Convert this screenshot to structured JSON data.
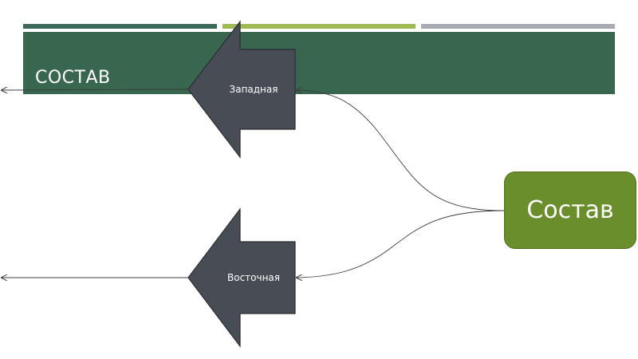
{
  "title": "СОСТАВ",
  "center_node": {
    "label": "Состав"
  },
  "arrows": [
    {
      "label": "Западная"
    },
    {
      "label": "Восточная"
    }
  ],
  "colors": {
    "bar_1": "#3a6957",
    "bar_2": "#9dbb52",
    "bar_3": "#a7abb2",
    "title_band": "#39664f",
    "arrow_fill": "#474c55",
    "arrow_stroke": "#2a2d33",
    "center_fill": "#6a8e2c",
    "center_stroke": "#4e6e1c",
    "connector": "#3c3c3c"
  }
}
